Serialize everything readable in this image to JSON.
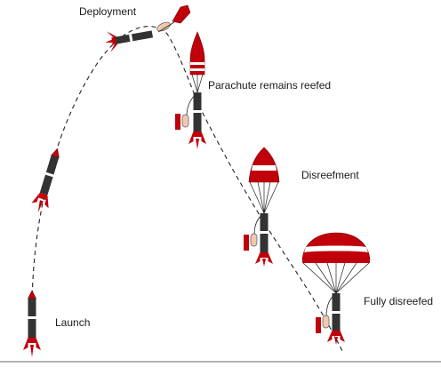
{
  "labels": {
    "deployment": "Deployment",
    "reefed": "Parachute remains reefed",
    "disreefment": "Disreefment",
    "fully": "Fully disreefed",
    "launch": "Launch"
  },
  "colors": {
    "red": "#c0000a",
    "body": "#333333",
    "line": "#222222",
    "ground": "#9a9a9a",
    "payload": "#f0c8b0"
  }
}
